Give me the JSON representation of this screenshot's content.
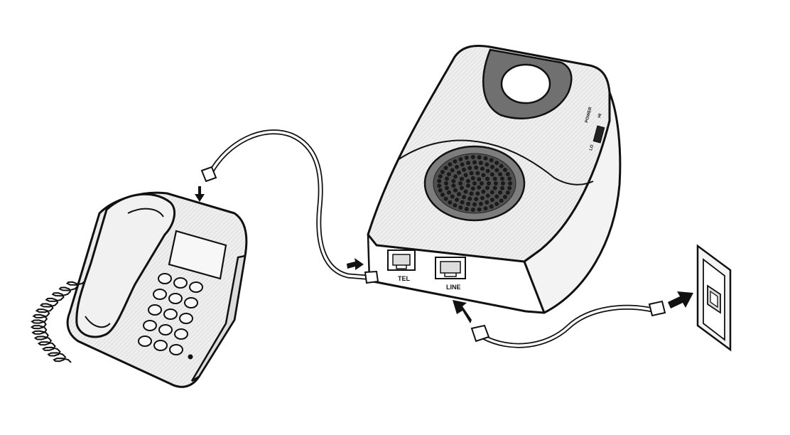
{
  "ringer": {
    "tel_label": "TEL",
    "line_label": "LINE",
    "switch_top_label": "POWER",
    "switch_low_label": "LO",
    "switch_high_label": "HI"
  },
  "colors": {
    "ink": "#111111",
    "body_fill": "#ececec",
    "panel_fill": "#777777",
    "background": "#ffffff"
  },
  "icons": [
    "telephone-icon",
    "ringer-device-icon",
    "wall-jack-icon",
    "arrow-icon",
    "rj11-plug-icon"
  ]
}
